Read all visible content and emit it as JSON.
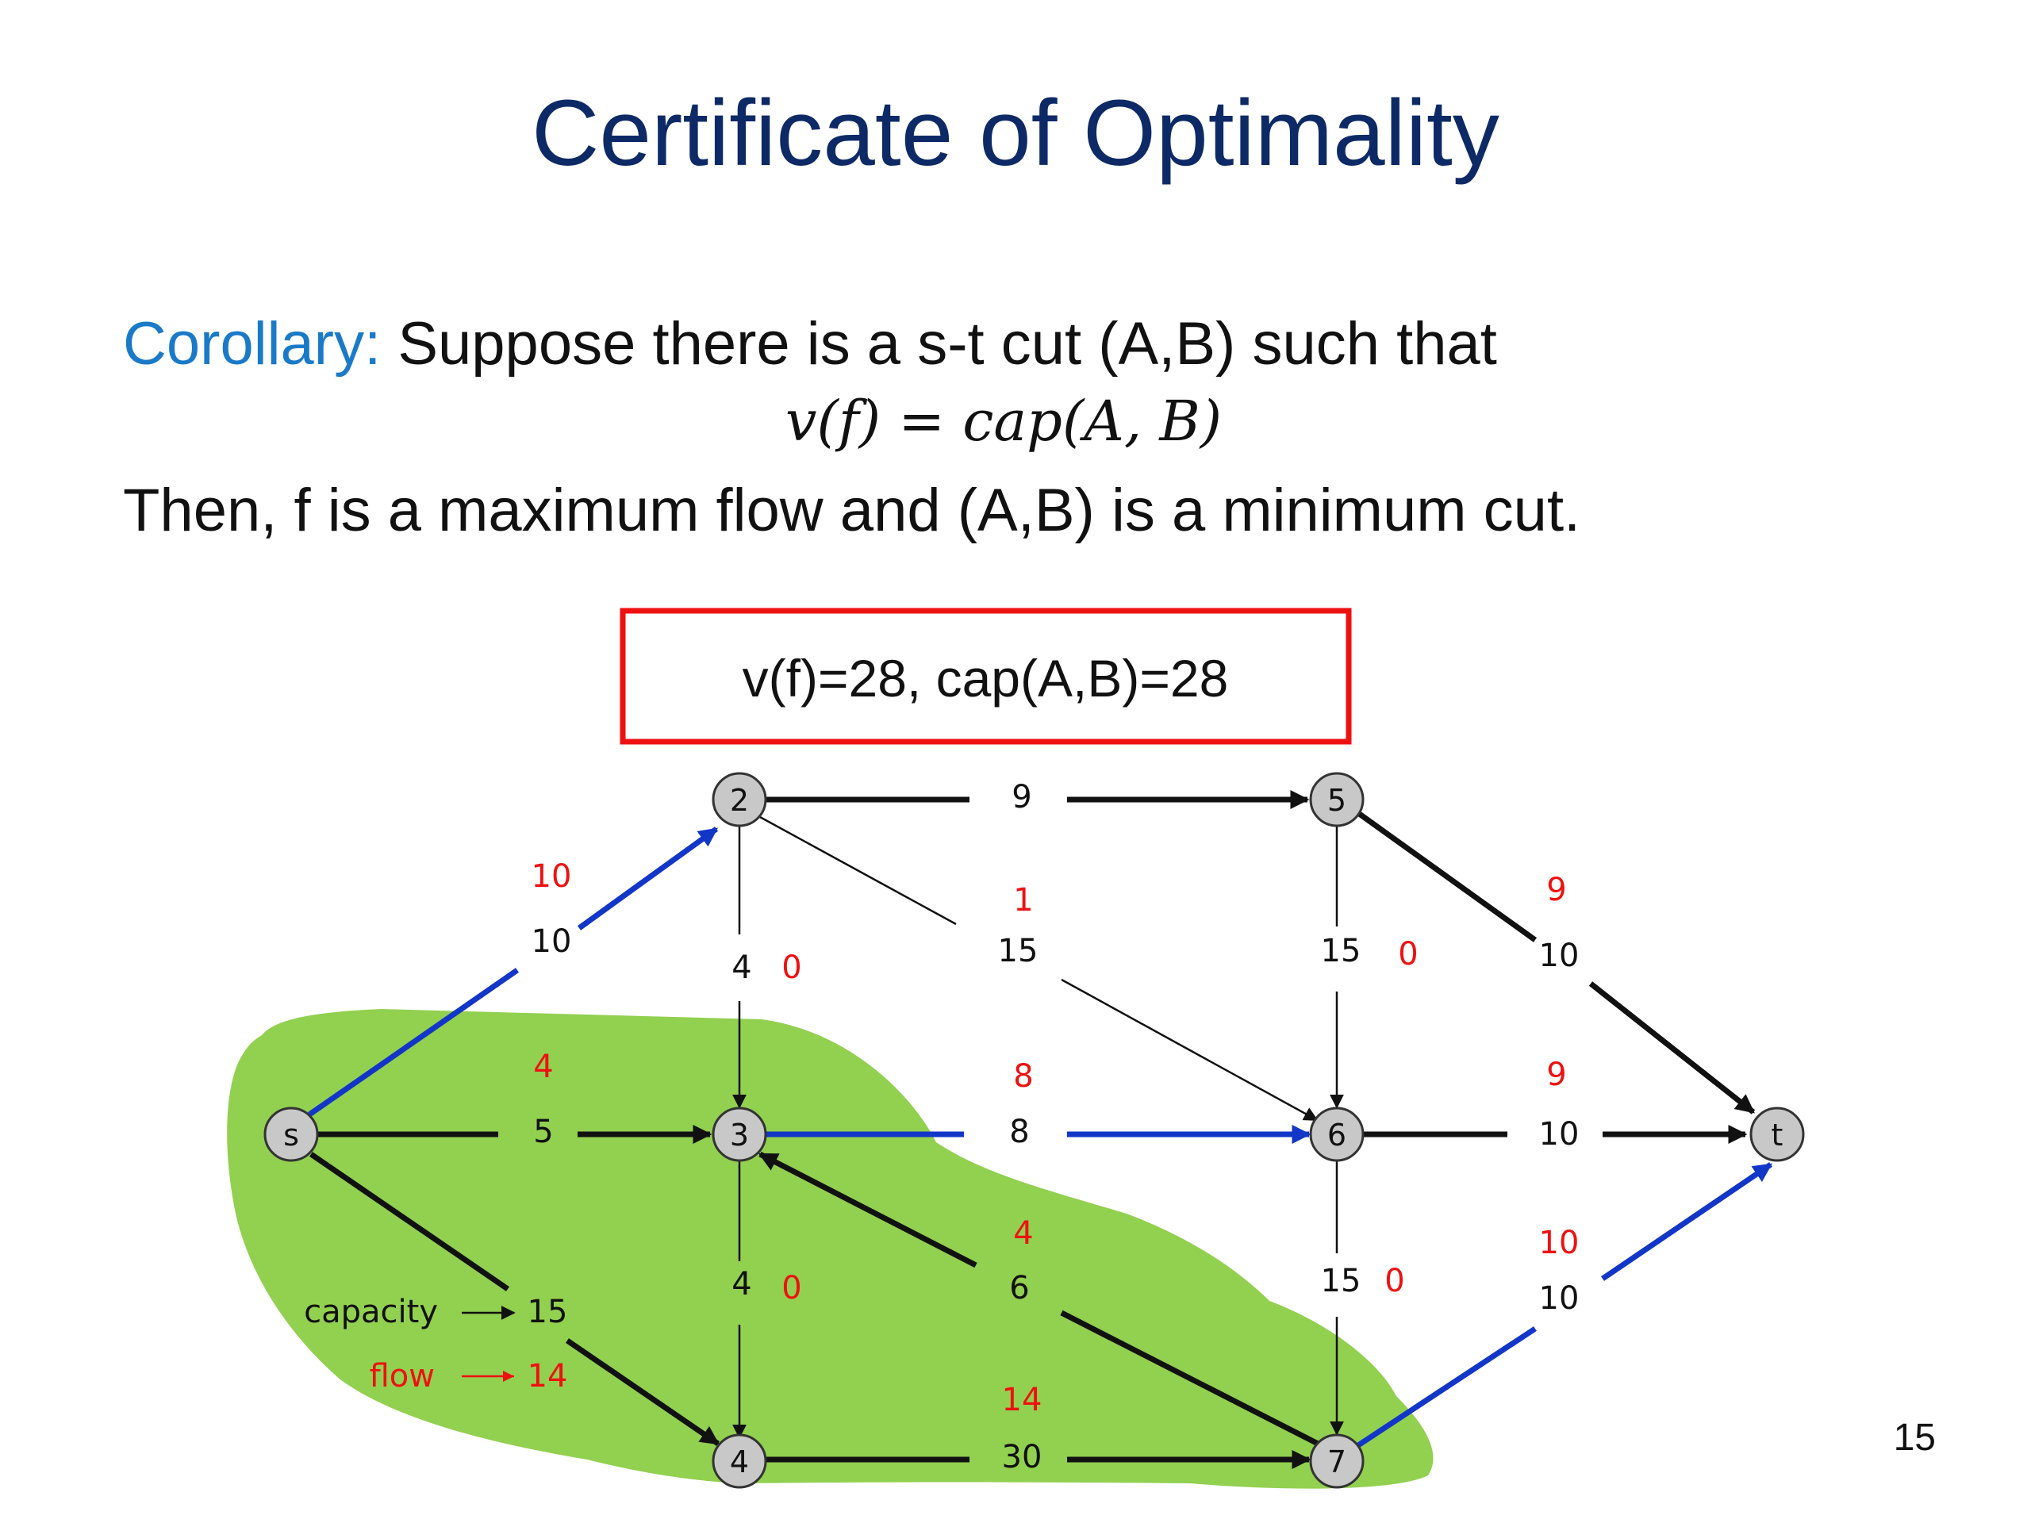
{
  "slide": {
    "title": "Certificate of Optimality",
    "corollary_label": "Corollary:",
    "corollary_text": " Suppose there is a s-t cut (A,B) such that",
    "formula": "v(f) = cap(A, B)",
    "conclusion": "Then, f is a maximum flow and (A,B) is a minimum cut.",
    "box_text": "v(f)=28, cap(A,B)=28",
    "page_number": "15"
  },
  "legend": {
    "capacity_label": "capacity",
    "capacity_value": "15",
    "flow_label": "flow",
    "flow_value": "14"
  },
  "colors": {
    "title": "#0d2a66",
    "corollary": "#1a7ac8",
    "flow": "#ee1111",
    "capacity": "#111111",
    "cut_region": "#92d050",
    "box_border": "#ee1111",
    "node_fill": "#c8c8c8",
    "blue_edge": "#1236c8"
  },
  "nodes": [
    {
      "id": "s",
      "label": "s"
    },
    {
      "id": "2",
      "label": "2"
    },
    {
      "id": "3",
      "label": "3"
    },
    {
      "id": "4",
      "label": "4"
    },
    {
      "id": "5",
      "label": "5"
    },
    {
      "id": "6",
      "label": "6"
    },
    {
      "id": "7",
      "label": "7"
    },
    {
      "id": "t",
      "label": "t"
    }
  ],
  "edges": [
    {
      "from": "s",
      "to": "2",
      "capacity": "10",
      "flow": "10",
      "color": "blue"
    },
    {
      "from": "s",
      "to": "3",
      "capacity": "5",
      "flow": "4"
    },
    {
      "from": "s",
      "to": "4",
      "capacity": "15",
      "flow": ""
    },
    {
      "from": "2",
      "to": "5",
      "capacity": "9",
      "flow": ""
    },
    {
      "from": "2",
      "to": "6",
      "capacity": "15",
      "flow": "1"
    },
    {
      "from": "2",
      "to": "3",
      "capacity": "4",
      "flow": "0"
    },
    {
      "from": "3",
      "to": "6",
      "capacity": "8",
      "flow": "8",
      "color": "blue"
    },
    {
      "from": "3",
      "to": "4",
      "capacity": "4",
      "flow": "0"
    },
    {
      "from": "7",
      "to": "3",
      "capacity": "6",
      "flow": "4"
    },
    {
      "from": "5",
      "to": "6",
      "capacity": "15",
      "flow": "0"
    },
    {
      "from": "5",
      "to": "t",
      "capacity": "10",
      "flow": "9"
    },
    {
      "from": "6",
      "to": "t",
      "capacity": "10",
      "flow": "9"
    },
    {
      "from": "6",
      "to": "7",
      "capacity": "15",
      "flow": "0"
    },
    {
      "from": "4",
      "to": "7",
      "capacity": "30",
      "flow": "14"
    },
    {
      "from": "7",
      "to": "t",
      "capacity": "10",
      "flow": "10",
      "color": "blue"
    }
  ]
}
